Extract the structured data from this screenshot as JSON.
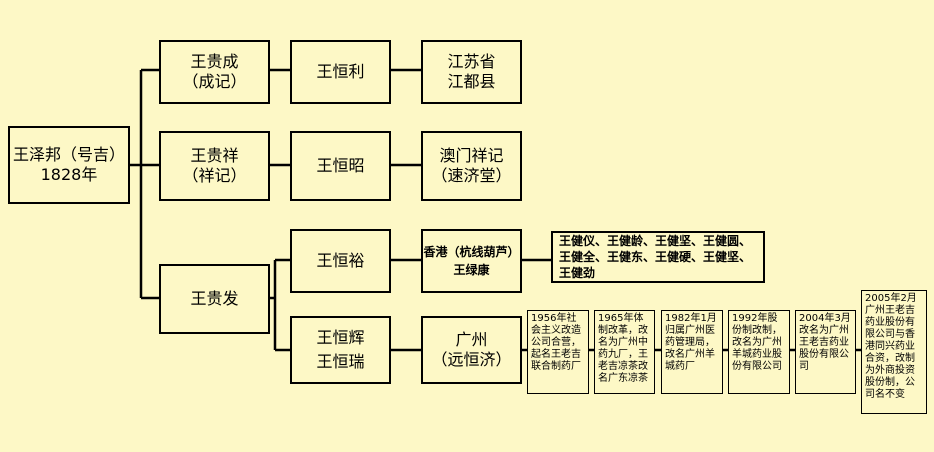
{
  "root": {
    "line1": "王泽邦（号吉）",
    "line2": "1828年"
  },
  "gen2": [
    {
      "line1": "王贵成",
      "line2": "（成记）"
    },
    {
      "line1": "王贵祥",
      "line2": "（祥记）"
    },
    {
      "line1": "王贵发"
    }
  ],
  "gen3": [
    {
      "line1": "王恒利"
    },
    {
      "line1": "王恒昭"
    },
    {
      "line1": "王恒裕"
    },
    {
      "line1": "王恒辉",
      "line2": "王恒瑞"
    }
  ],
  "gen4": [
    {
      "line1": "江苏省",
      "line2": "江都县"
    },
    {
      "line1": "澳门祥记",
      "line2": "（速济堂）"
    },
    {
      "line1": "香港（杭线葫芦）",
      "line2": "王绿康"
    },
    {
      "line1": "广州",
      "line2": "（远恒济）"
    }
  ],
  "descendants": "王健仪、王健龄、王健坚、王健圆、王健全、王健东、王健硬、王健坚、王健劲",
  "timeline": [
    "1956年社会主义改造公司合营，起名王老吉联合制药厂",
    "1965年体制改革，改名为广州中药九厂，王老吉凉茶改名广东凉茶",
    "1982年1月归属广州医药管理局，改名广州羊城药厂",
    "1992年股份制改制，改名为广州羊城药业股份有限公司",
    "2004年3月改名为广州王老吉药业股份有限公司",
    "2005年2月广州王老吉药业股份有限公司与香港同兴药业合资，改制为外商投资股份制，公司名不变"
  ]
}
